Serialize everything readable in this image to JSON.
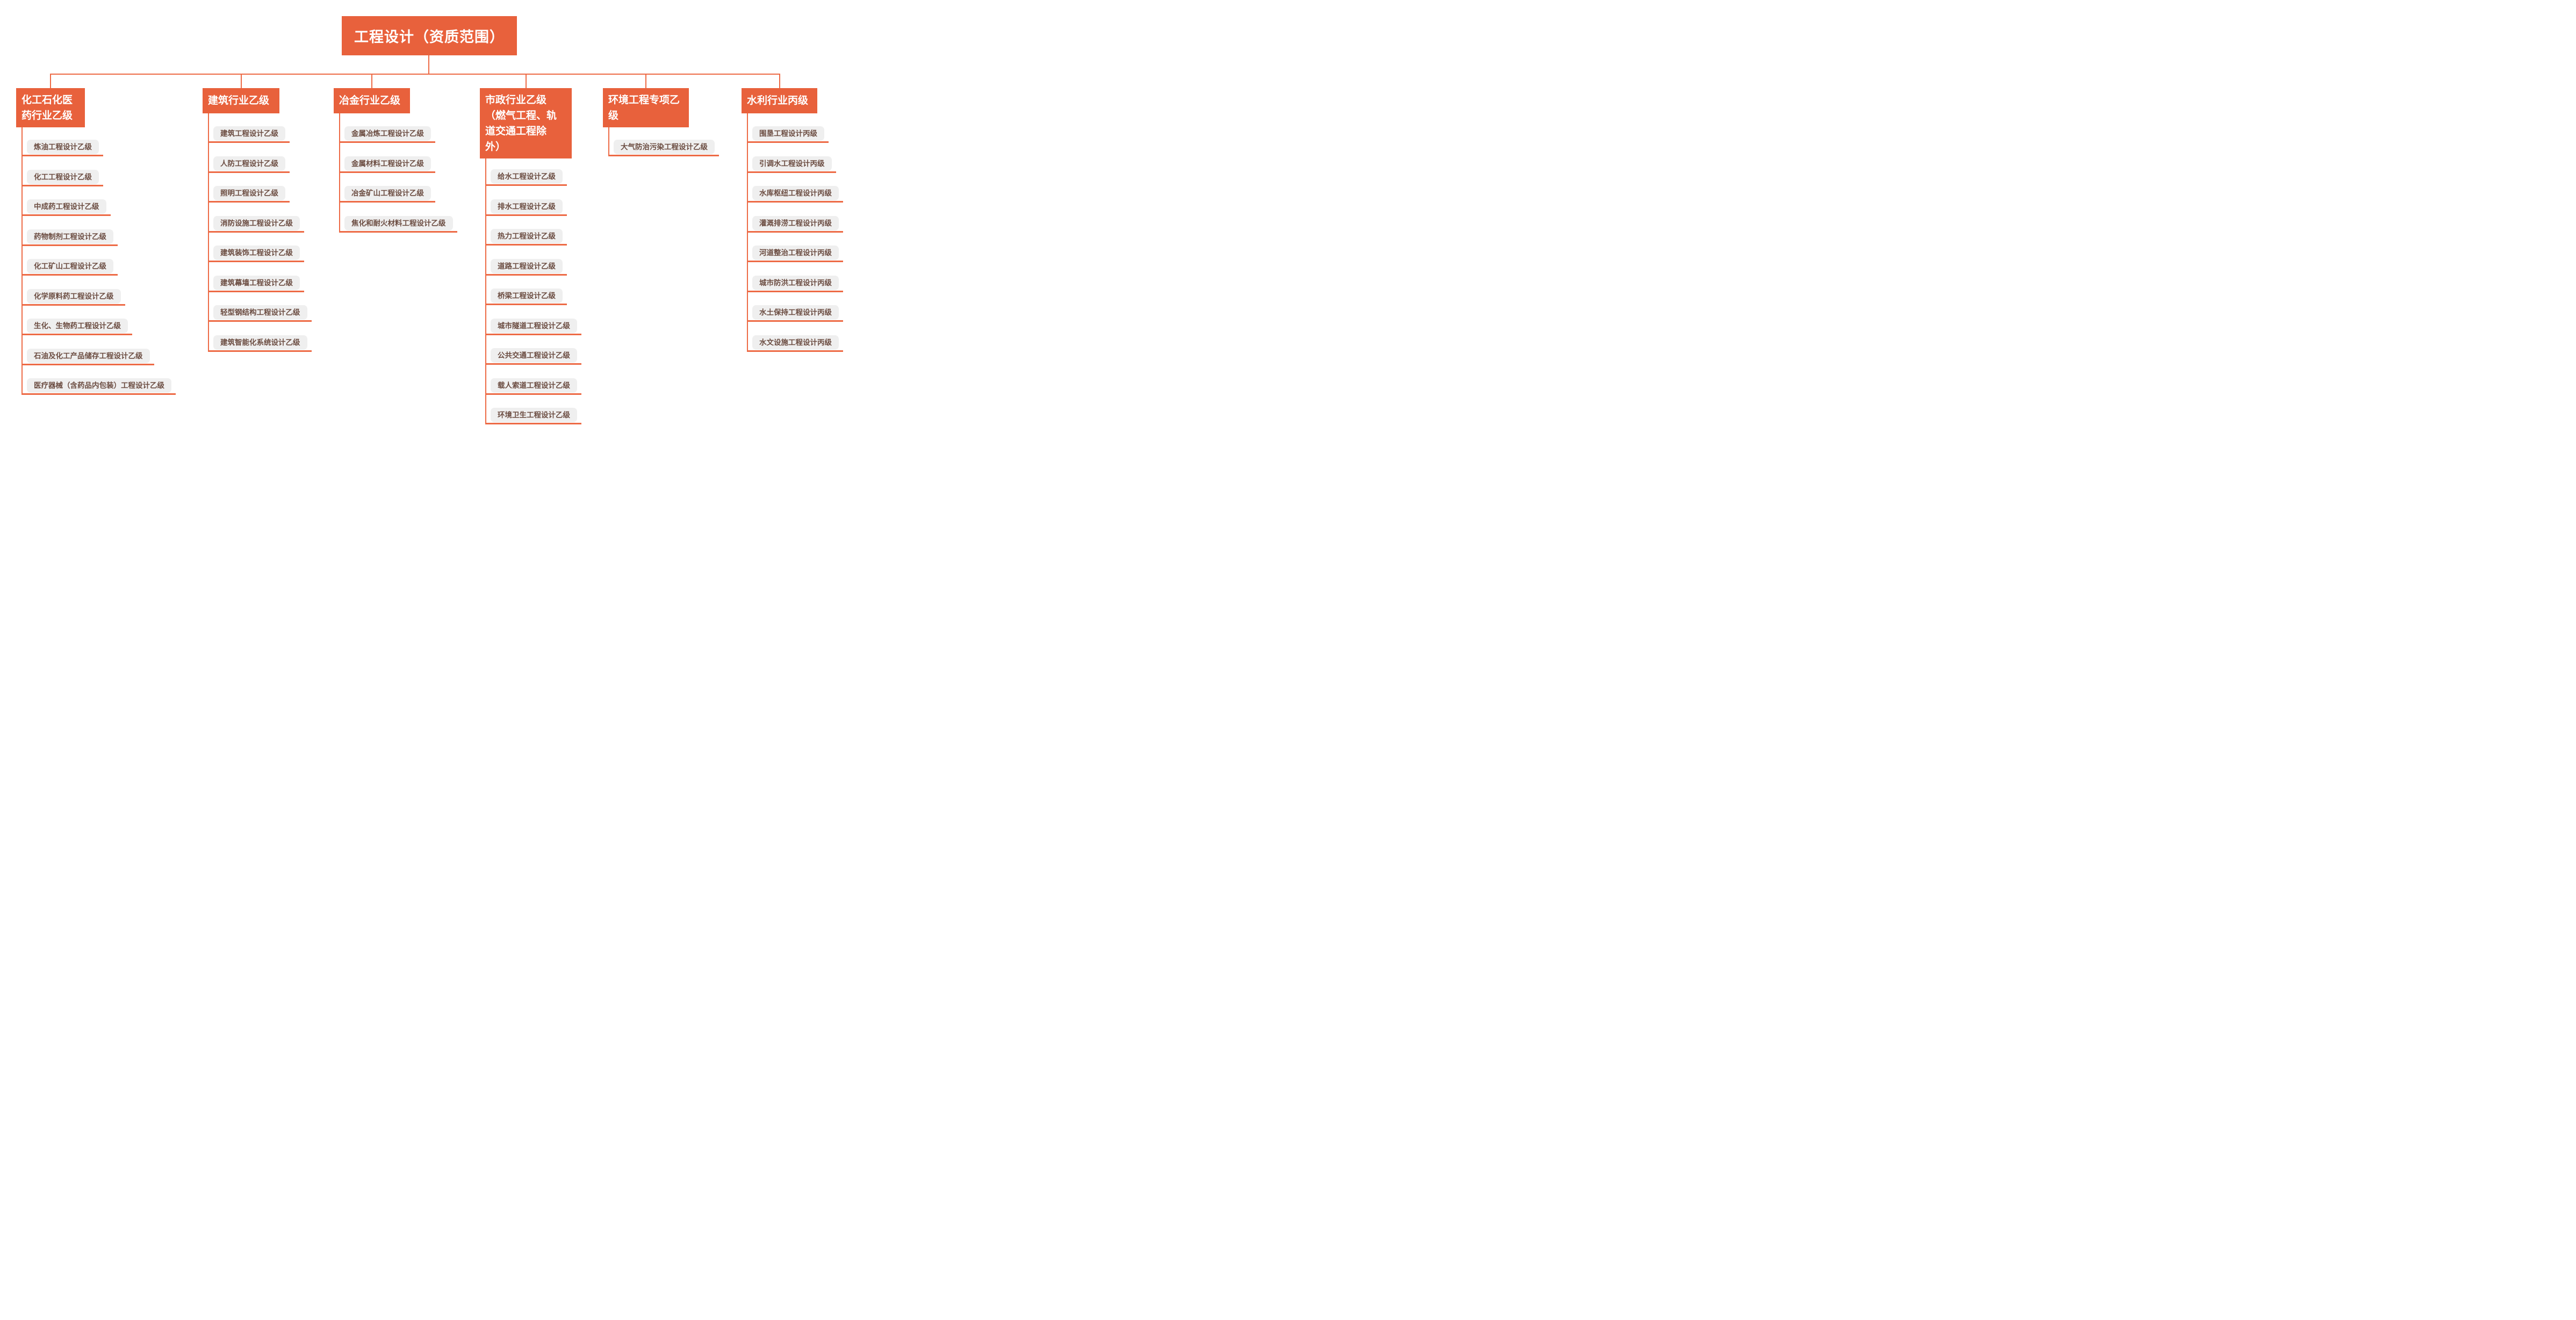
{
  "title": "工程设计（资质范围）",
  "colors": {
    "accent": "#e8613c",
    "connector_line": "#ed6a45",
    "item_background": "#efefef",
    "item_text": "#6b4c41"
  },
  "columns": [
    {
      "header": "化工石化医\n药行业乙级",
      "items": [
        "炼油工程设计乙级",
        "化工工程设计乙级",
        "中成药工程设计乙级",
        "药物制剂工程设计乙级",
        "化工矿山工程设计乙级",
        "化学原料药工程设计乙级",
        "生化、生物药工程设计乙级",
        "石油及化工产品储存工程设计乙级",
        "医疗器械（含药品内包装）工程设计乙级"
      ]
    },
    {
      "header": "建筑行业乙级",
      "items": [
        "建筑工程设计乙级",
        "人防工程设计乙级",
        "照明工程设计乙级",
        "消防设施工程设计乙级",
        "建筑装饰工程设计乙级",
        "建筑幕墙工程设计乙级",
        "轻型钢结构工程设计乙级",
        "建筑智能化系统设计乙级"
      ]
    },
    {
      "header": "冶金行业乙级",
      "items": [
        "金属冶炼工程设计乙级",
        "金属材料工程设计乙级",
        "冶金矿山工程设计乙级",
        "焦化和耐火材料工程设计乙级"
      ]
    },
    {
      "header": "市政行业乙级\n（燃气工程、轨\n道交通工程除\n外）",
      "items": [
        "给水工程设计乙级",
        "排水工程设计乙级",
        "热力工程设计乙级",
        "道路工程设计乙级",
        "桥梁工程设计乙级",
        "城市隧道工程设计乙级",
        "公共交通工程设计乙级",
        "载人索道工程设计乙级",
        "环境卫生工程设计乙级"
      ]
    },
    {
      "header": "环境工程专项乙\n级",
      "items": [
        "大气防治污染工程设计乙级"
      ]
    },
    {
      "header": "水利行业丙级",
      "items": [
        "围垦工程设计丙级",
        "引调水工程设计丙级",
        "水库枢纽工程设计丙级",
        "灌溉排涝工程设计丙级",
        "河道整治工程设计丙级",
        "城市防洪工程设计丙级",
        "水土保持工程设计丙级",
        "水文设施工程设计丙级"
      ]
    }
  ]
}
